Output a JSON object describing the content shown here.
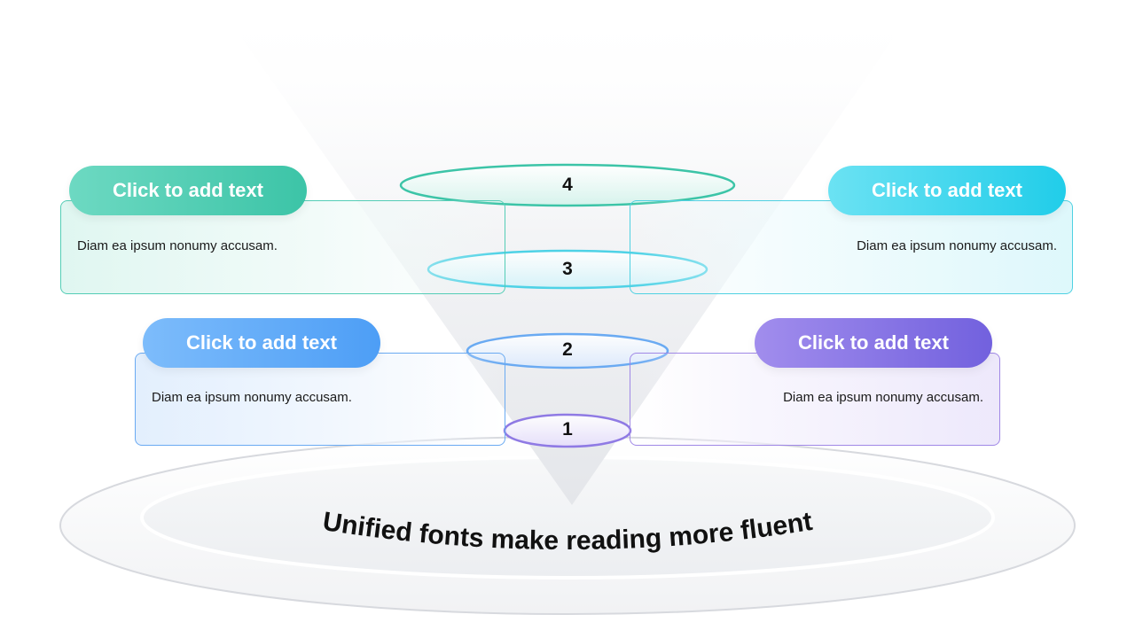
{
  "diagram": {
    "base_caption": "Unified fonts make reading more fluent",
    "layers": [
      {
        "label": "4",
        "color": "#3cc4a7"
      },
      {
        "label": "3",
        "color": "#4ed2e6"
      },
      {
        "label": "2",
        "color": "#6aaaf2"
      },
      {
        "label": "1",
        "color": "#8f7ae4"
      }
    ],
    "cards": [
      {
        "title": "Click to add text",
        "description": "Diam ea ipsum nonumy accusam.",
        "accent": "#3cc4a7"
      },
      {
        "title": "Click to add text",
        "description": "Diam ea ipsum nonumy accusam.",
        "accent": "#21cde9"
      },
      {
        "title": "Click to add text",
        "description": "Diam ea ipsum nonumy accusam.",
        "accent": "#4d9ef6"
      },
      {
        "title": "Click to add text",
        "description": "Diam ea ipsum nonumy accusam.",
        "accent": "#7261de"
      }
    ]
  }
}
